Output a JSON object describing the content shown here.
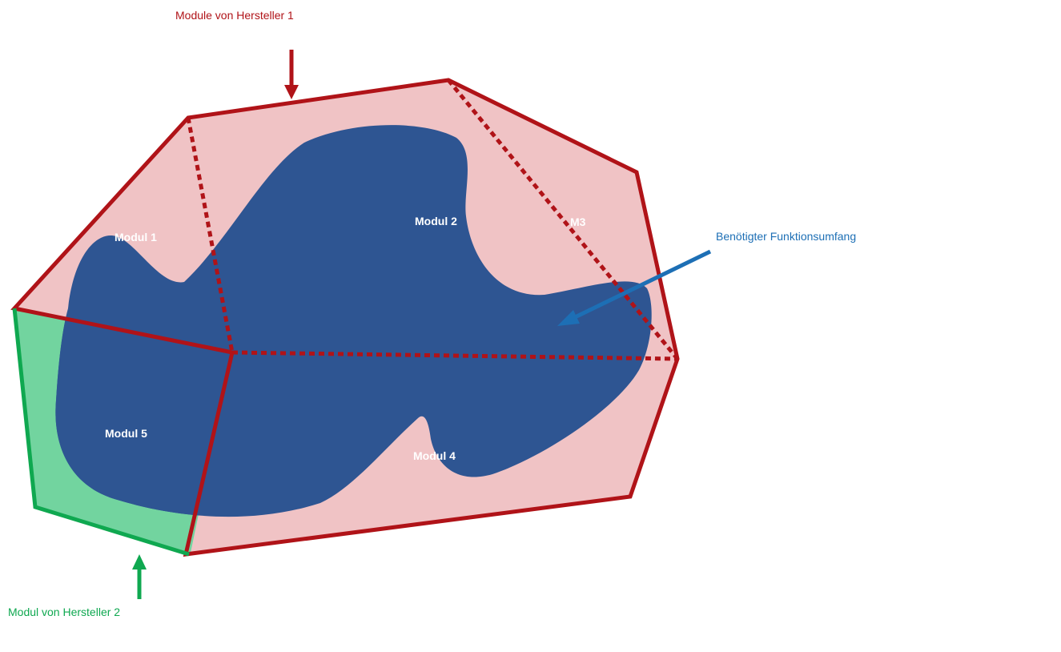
{
  "labels": {
    "manufacturer1": "Module von Hersteller  1",
    "manufacturer2": "Modul von Hersteller  2",
    "required_scope": "Benötigter Funktionsumfang",
    "module1": "Modul 1",
    "module2": "Modul 2",
    "module3": "M3",
    "module4": "Modul 4",
    "module5": "Modul 5"
  },
  "colors": {
    "manufacturer1_red": "#b01318",
    "manufacturer1_fill": "#f0c3c5",
    "manufacturer2_green": "#0fa850",
    "manufacturer2_fill": "#72d49f",
    "overlap_teal": "#00917c",
    "scope_blue": "#2e5592",
    "scope_arrow_blue": "#1d6fb5",
    "module_label_white": "#ffffff"
  }
}
